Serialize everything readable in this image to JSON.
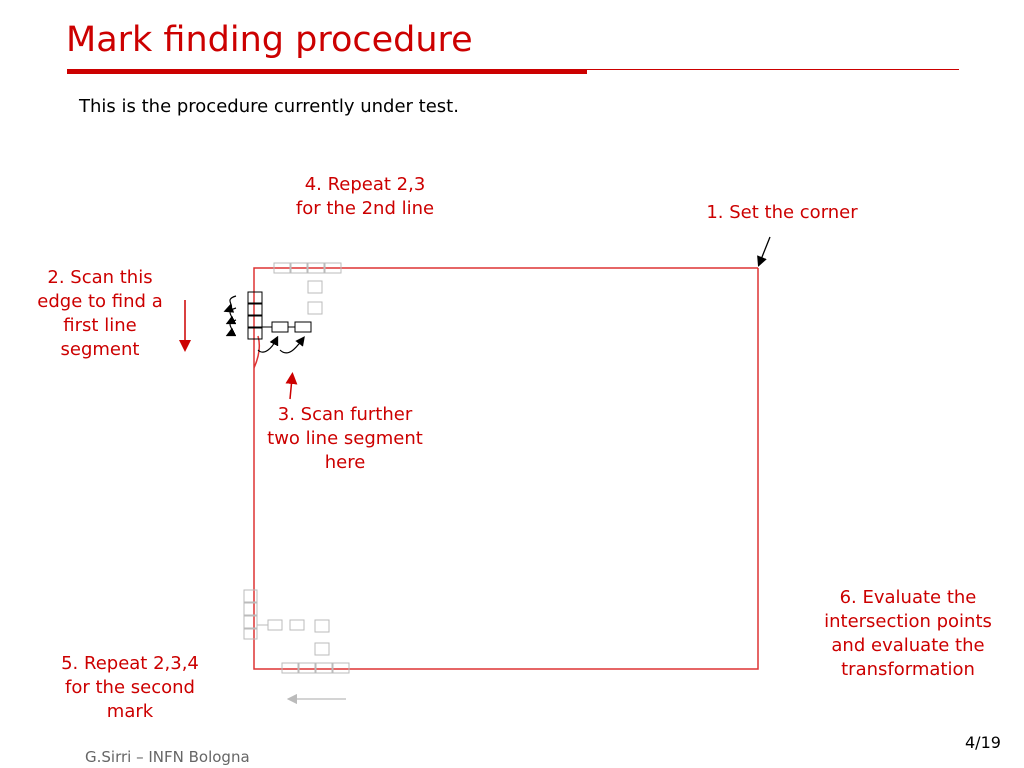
{
  "slide": {
    "title": "Mark finding procedure",
    "subtitle": "This is the procedure currently under test.",
    "footer": "G.Sirri – INFN Bologna",
    "page_number": "4/19"
  },
  "steps": {
    "step1": "1. Set the corner",
    "step2": [
      "2. Scan this",
      "edge to find a",
      "first line",
      "segment"
    ],
    "step3": [
      "3. Scan further",
      "two line segment",
      "here"
    ],
    "step4": [
      "4. Repeat 2,3",
      "for the 2nd line"
    ],
    "step5": [
      "5. Repeat 2,3,4",
      "for the second",
      "mark"
    ],
    "step6": [
      "6. Evaluate the",
      "intersection points",
      "and evaluate the",
      "transformation"
    ]
  },
  "colors": {
    "accent": "#cc0000",
    "frame": "#dd3333",
    "active_box": "#000000",
    "ghost_box": "#bbbbbb"
  }
}
